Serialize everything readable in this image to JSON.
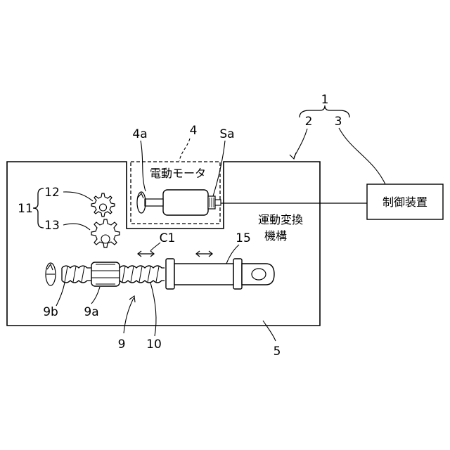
{
  "labels": {
    "system": "1",
    "vehicle_body": "2",
    "control_unit_ref": "3",
    "motor_group": "4",
    "motor_shaft": "4a",
    "sensor": "Sa",
    "gear_group": "11",
    "gear_upper": "12",
    "gear_lower": "13",
    "arrow_c1": "C1",
    "rod": "15",
    "screw_end": "9b",
    "nut": "9a",
    "screw_assembly": "9",
    "screw_thread": "10",
    "base": "5"
  },
  "text": {
    "motor_title": "電動モータ",
    "motion_line1": "運動変換",
    "motion_line2": "機構",
    "control_device": "制御装置"
  }
}
